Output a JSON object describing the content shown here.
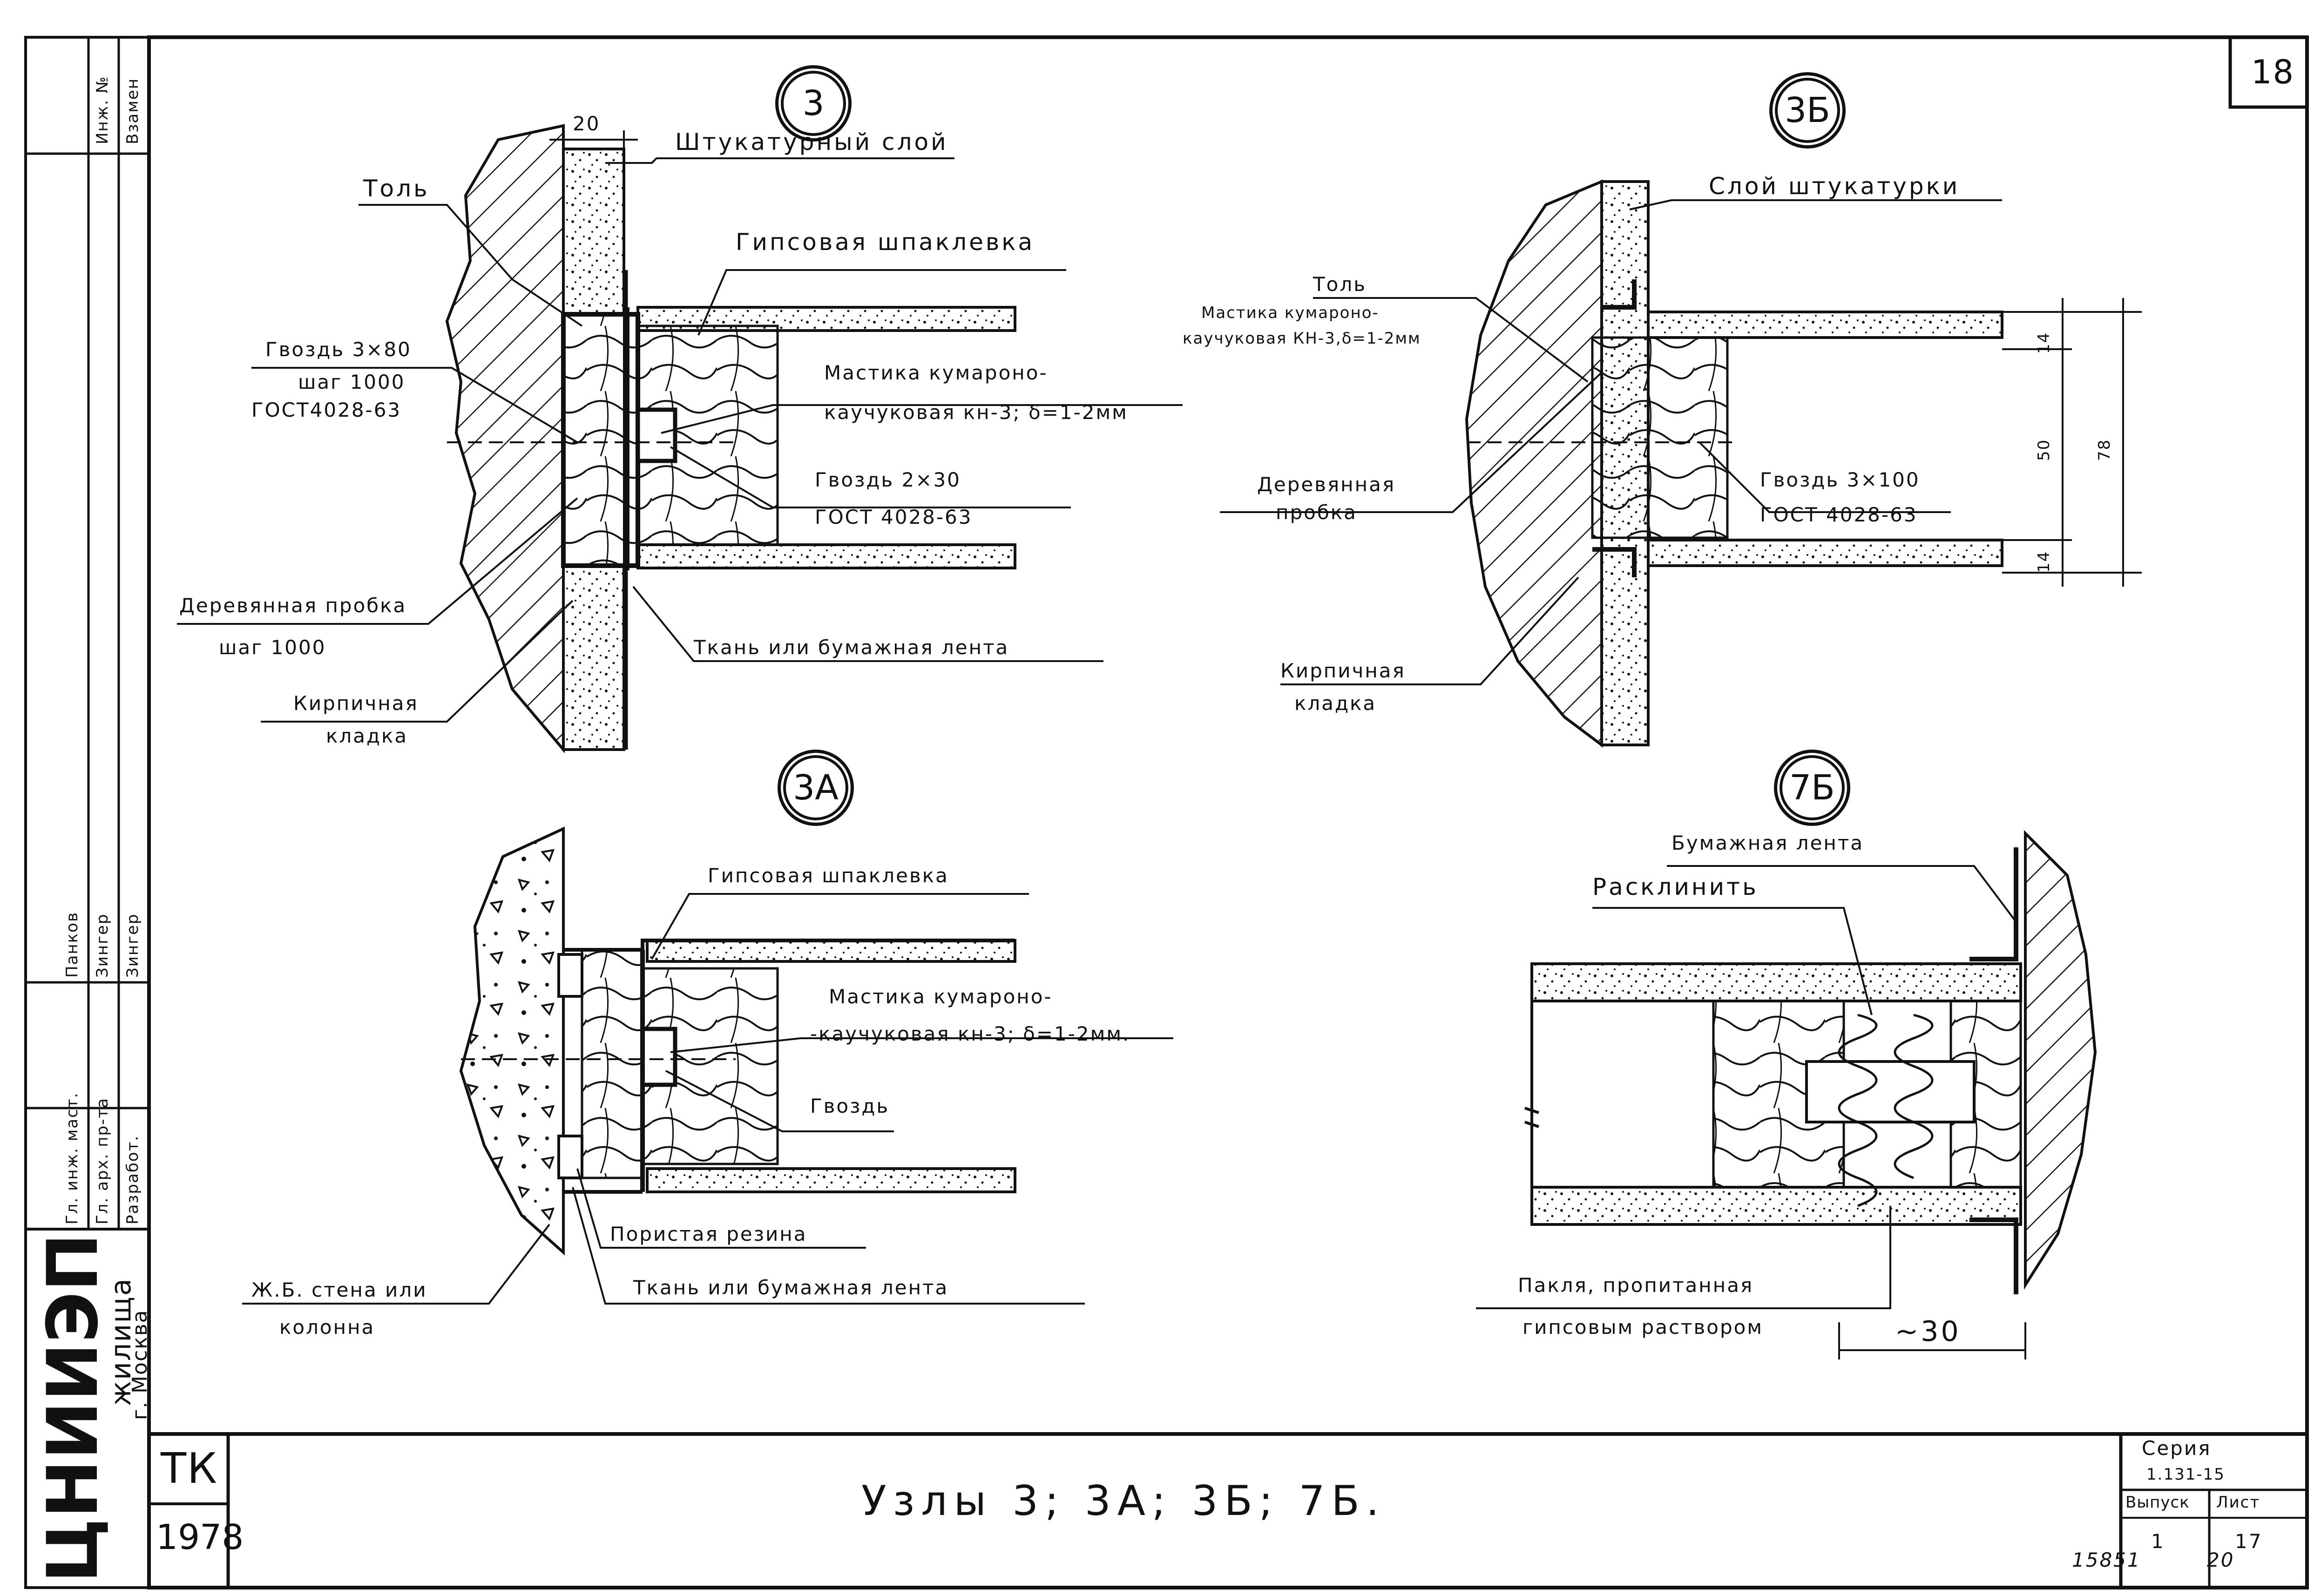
{
  "sheet": {
    "page_number": "18",
    "bottom_note_left": "15851",
    "bottom_note_right": "20"
  },
  "title_block": {
    "code": "ТК",
    "year": "1978",
    "title": "Узлы 3; 3А; 3Б; 7Б.",
    "series_label": "Серия",
    "series_value": "1.131-15",
    "issue_label": "Выпуск",
    "issue_value": "1",
    "sheet_label": "Лист",
    "sheet_value": "17",
    "org_logo": "ЦНИИЭП",
    "org_name": "жилища",
    "org_city": "г. Москва",
    "left_column": [
      "Взамен",
      "Инж. №",
      "Панков",
      "Зингер",
      "Зингер",
      "Гл. инж. маст.",
      "Гл. арх. пр-та",
      "Разработ."
    ]
  },
  "nodes": [
    {
      "id": "3",
      "labels": {
        "dim": "20",
        "plaster_layer": "Штукатурный слой",
        "tol": "Толь",
        "gypsum_putty": "Гипсовая шпаклевка",
        "nail1_a": "Гвоздь 3×80",
        "nail1_b": "шаг 1000",
        "nail1_c": "ГОСТ4028-63",
        "mastic_a": "Мастика кумароно-",
        "mastic_b": "каучуковая кн-3; δ=1-2мм",
        "nail2_a": "Гвоздь 2×30",
        "nail2_b": "ГОСТ 4028-63",
        "plug_a": "Деревянная пробка",
        "plug_b": "шаг 1000",
        "brick_a": "Кирпичная",
        "brick_b": "кладка",
        "tape": "Ткань или бумажная лента"
      }
    },
    {
      "id": "3Б",
      "labels": {
        "plaster": "Слой штукатурки",
        "tol": "Толь",
        "mastic_a": "Мастика кумароно-",
        "mastic_b": "каучуковая КН-3,δ=1-2мм",
        "plug_a": "Деревянная",
        "plug_b": "пробка",
        "nail_a": "Гвоздь 3×100",
        "nail_b": "ГОСТ 4028-63",
        "brick_a": "Кирпичная",
        "brick_b": "кладка",
        "dim_14a": "14",
        "dim_50": "50",
        "dim_78": "78",
        "dim_14b": "14"
      }
    },
    {
      "id": "3А",
      "labels": {
        "gypsum_putty": "Гипсовая шпаклевка",
        "mastic_a": "Мастика кумароно-",
        "mastic_b": "-каучуковая кн-3; δ=1-2мм.",
        "nail": "Гвоздь",
        "rubber": "Пористая резина",
        "tape": "Ткань или бумажная лента",
        "wall_a": "Ж.Б. стена или",
        "wall_b": "колонна"
      }
    },
    {
      "id": "7Б",
      "labels": {
        "paper_tape": "Бумажная лента",
        "wedge": "Расклинить",
        "tow_a": "Пакля, пропитанная",
        "tow_b": "гипсовым раствором",
        "dim": "~30"
      }
    }
  ],
  "colors": {
    "ink": "#111111",
    "paper": "#ffffff"
  }
}
